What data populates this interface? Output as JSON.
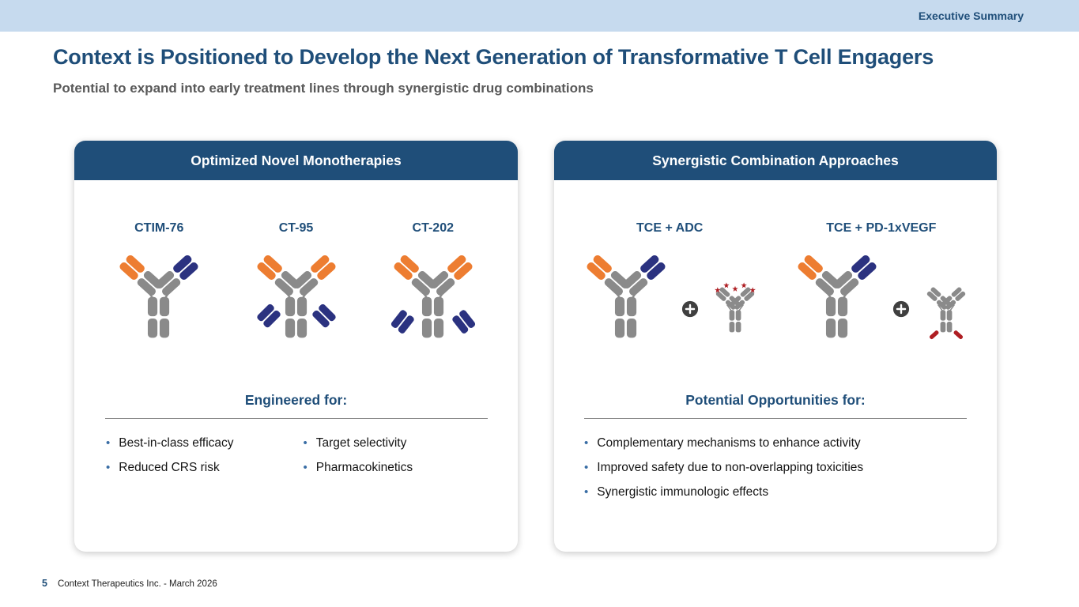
{
  "slide": {
    "section_tag": "Executive Summary",
    "title": "Context is Positioned to Develop the Next Generation of Transformative T Cell Engagers",
    "subtitle": "Potential to expand into early treatment lines through synergistic drug combinations",
    "footer": {
      "page_number": "5",
      "text": "Context Therapeutics Inc. - March 2026"
    }
  },
  "monotherapies_card": {
    "header": "Optimized Novel Monotherapies",
    "molecules": [
      "CTIM-76",
      "CT-95",
      "CT-202"
    ],
    "section_heading": "Engineered for:",
    "bullets_left": [
      "Best-in-class efficacy",
      "Reduced CRS risk"
    ],
    "bullets_right": [
      "Target selectivity",
      "Pharmacokinetics"
    ]
  },
  "combinations_card": {
    "header": "Synergistic Combination Approaches",
    "combos": [
      "TCE + ADC",
      "TCE + PD-1xVEGF"
    ],
    "section_heading": "Potential Opportunities for:",
    "bullets": [
      "Complementary mechanisms to enhance activity",
      "Improved safety due to non-overlapping toxicities",
      "Synergistic immunologic effects"
    ]
  },
  "icons": {
    "plus": "+",
    "adc_payload_star": "✶"
  },
  "colors": {
    "dark_blue": "#1F4E79",
    "strip_blue": "#C6DAEE",
    "antibody_gray": "#8A8A8A",
    "antibody_orange": "#ED7D31",
    "antibody_navy": "#2B3280",
    "payload_red": "#AF1E23",
    "subtitle_gray": "#595959"
  }
}
